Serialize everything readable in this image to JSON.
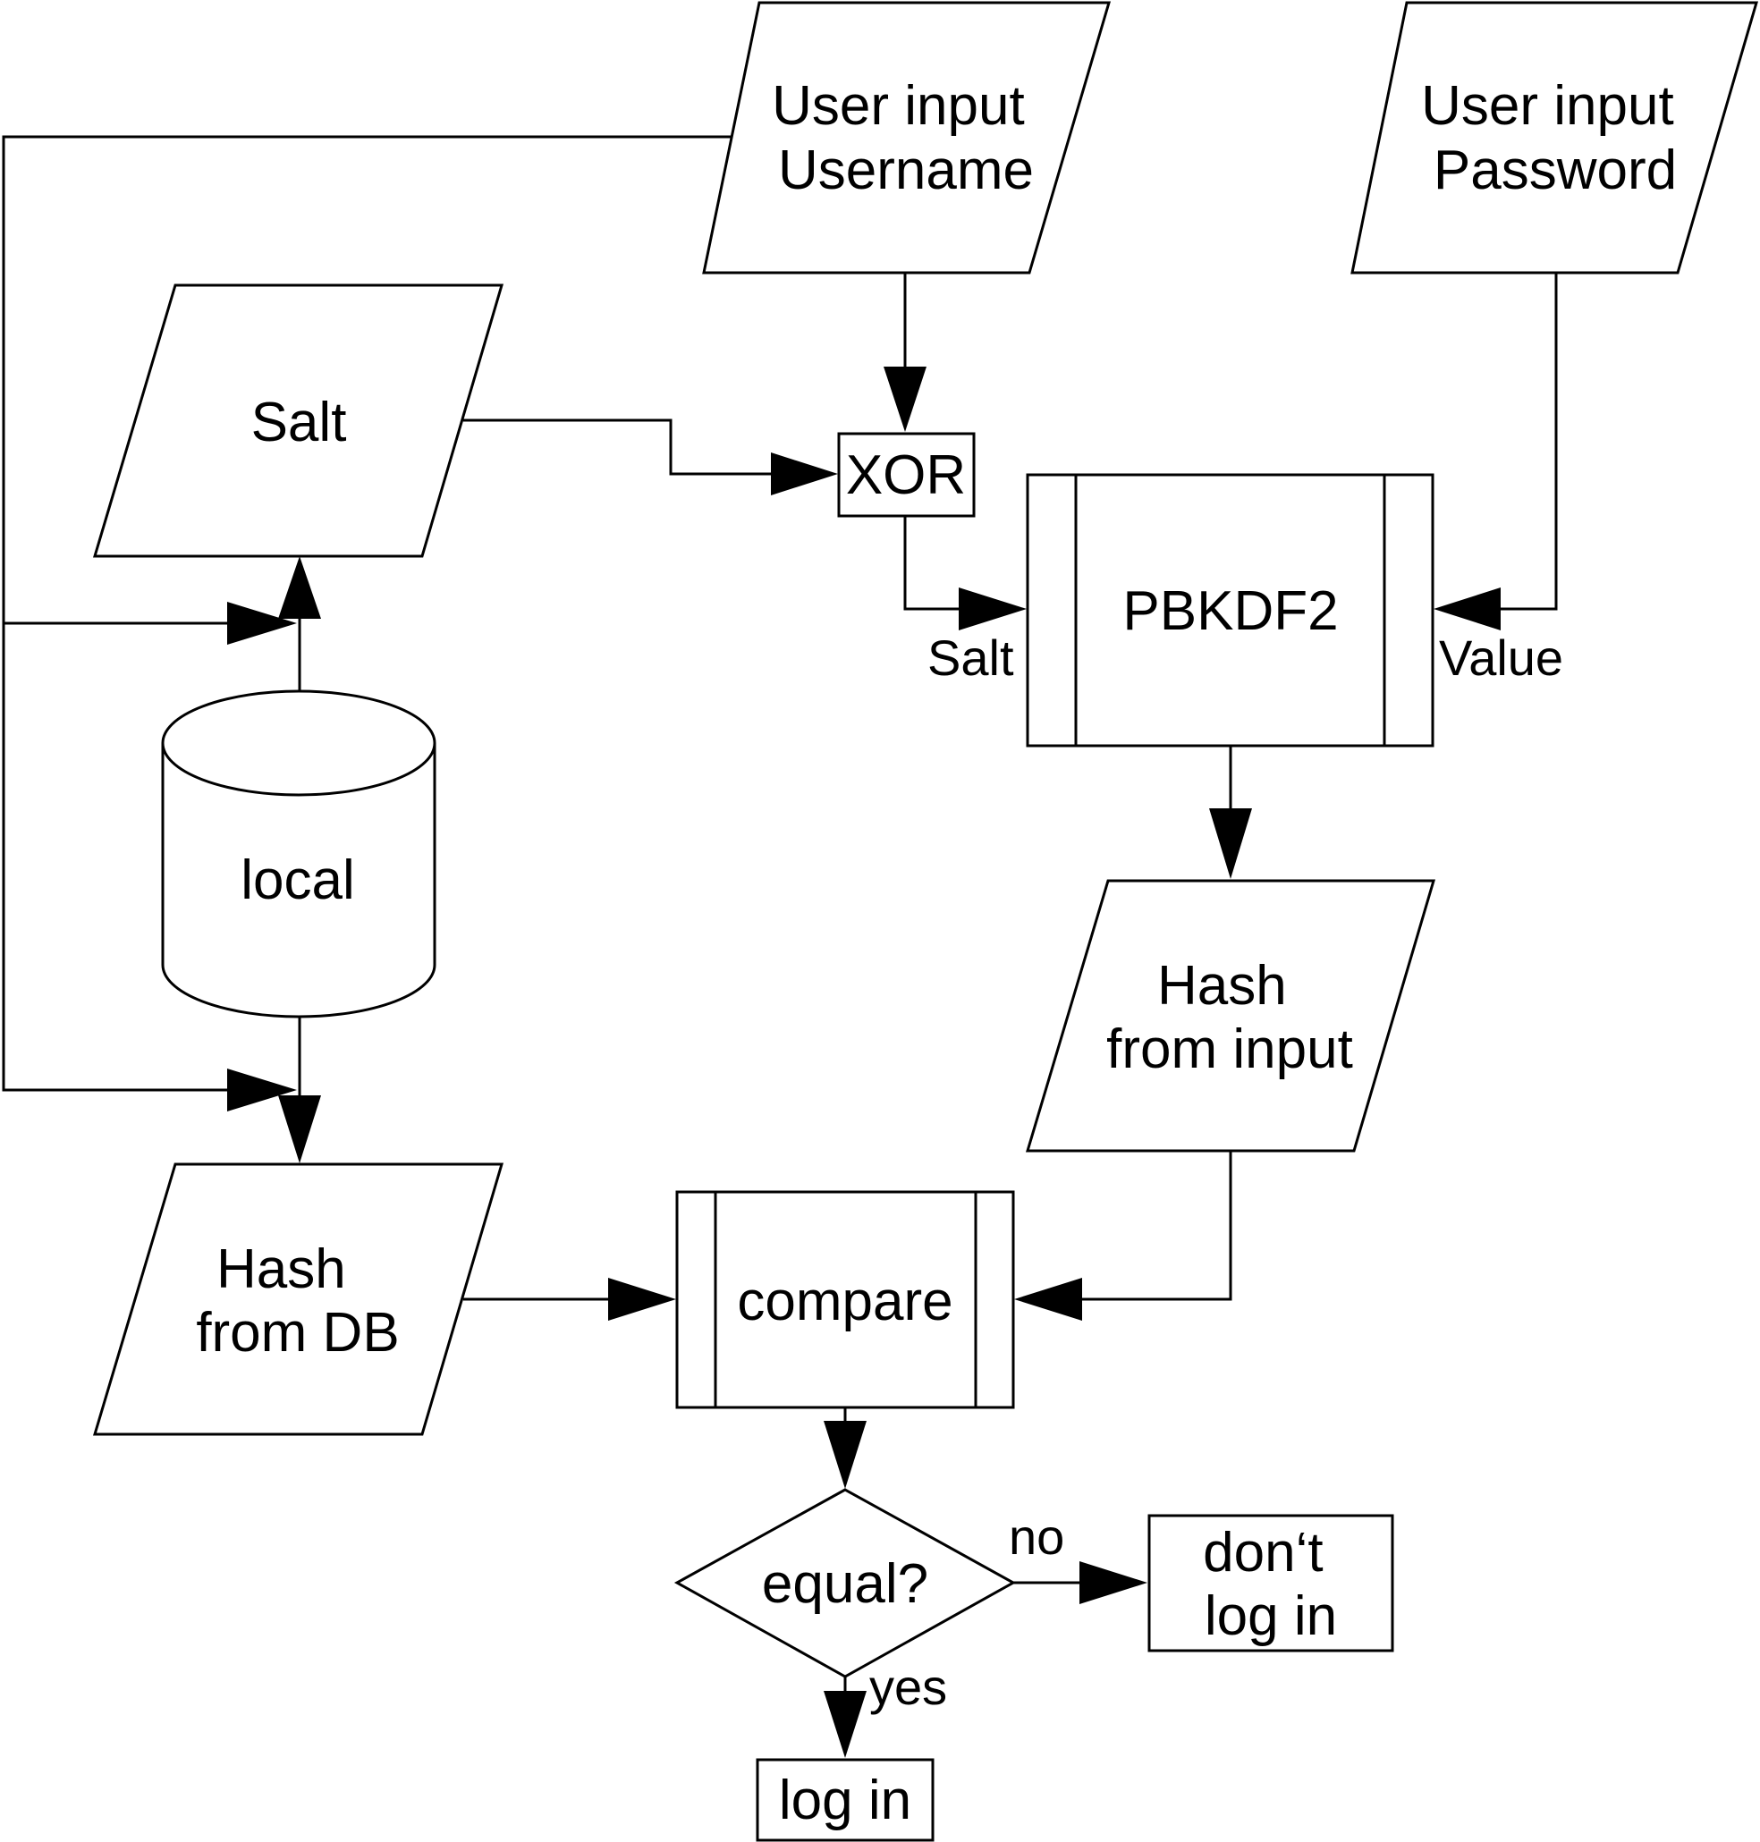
{
  "nodes": {
    "username_input": {
      "lines": [
        "User input",
        "Username"
      ]
    },
    "password_input": {
      "lines": [
        "User input",
        "Password"
      ]
    },
    "salt": {
      "lines": [
        "Salt"
      ]
    },
    "xor": {
      "lines": [
        "XOR"
      ]
    },
    "pbkdf2": {
      "lines": [
        "PBKDF2"
      ]
    },
    "local_db": {
      "lines": [
        "local"
      ]
    },
    "hash_from_input": {
      "lines": [
        "Hash",
        "from input"
      ]
    },
    "hash_from_db": {
      "lines": [
        "Hash",
        "from DB"
      ]
    },
    "compare": {
      "lines": [
        "compare"
      ]
    },
    "equal_decision": {
      "lines": [
        "equal?"
      ]
    },
    "dont_log_in": {
      "lines": [
        "don‘t",
        "log in"
      ]
    },
    "log_in": {
      "lines": [
        "log in"
      ]
    }
  },
  "edge_labels": {
    "pbkdf2_salt": "Salt",
    "pbkdf2_value": "Value",
    "decision_no": "no",
    "decision_yes": "yes"
  }
}
